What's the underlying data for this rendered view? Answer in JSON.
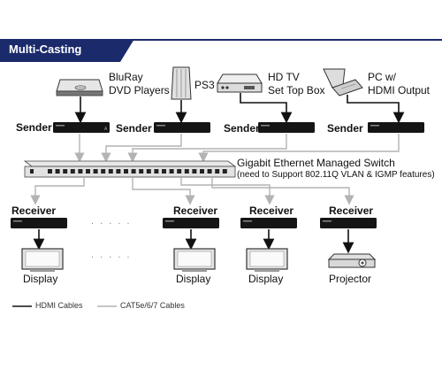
{
  "header": {
    "title": "Multi-Casting",
    "accent_color": "#1b2a6b"
  },
  "sources": [
    {
      "name": "BluRay\nDVD Players",
      "line1": "BluRay",
      "line2": "DVD Players",
      "icon": "bluray-player-icon"
    },
    {
      "name": "PS3",
      "icon": "ps3-console-icon"
    },
    {
      "name": "HD TV Set Top Box",
      "line1": "HD TV",
      "line2": "Set Top Box",
      "icon": "set-top-box-icon"
    },
    {
      "name": "PC w/ HDMI Output",
      "line1": "PC w/",
      "line2": "HDMI Output",
      "icon": "laptop-icon"
    }
  ],
  "sender_label": "Sender",
  "receiver_label": "Receiver",
  "switch": {
    "title": "Gigabit Ethernet Managed Switch",
    "subtitle": "(need to Support 802.11Q VLAN & IGMP features)"
  },
  "outputs": [
    {
      "name": "Display",
      "icon": "display-icon"
    },
    {
      "name": "Display",
      "icon": "display-icon"
    },
    {
      "name": "Display",
      "icon": "display-icon"
    },
    {
      "name": "Projector",
      "icon": "projector-icon"
    }
  ],
  "ellipsis": ". . . . .",
  "legend": {
    "hdmi": "HDMI Cables",
    "cat": "CAT5e/6/7 Cables",
    "hdmi_color": "#111111",
    "cat_color": "#b3b3b3"
  }
}
